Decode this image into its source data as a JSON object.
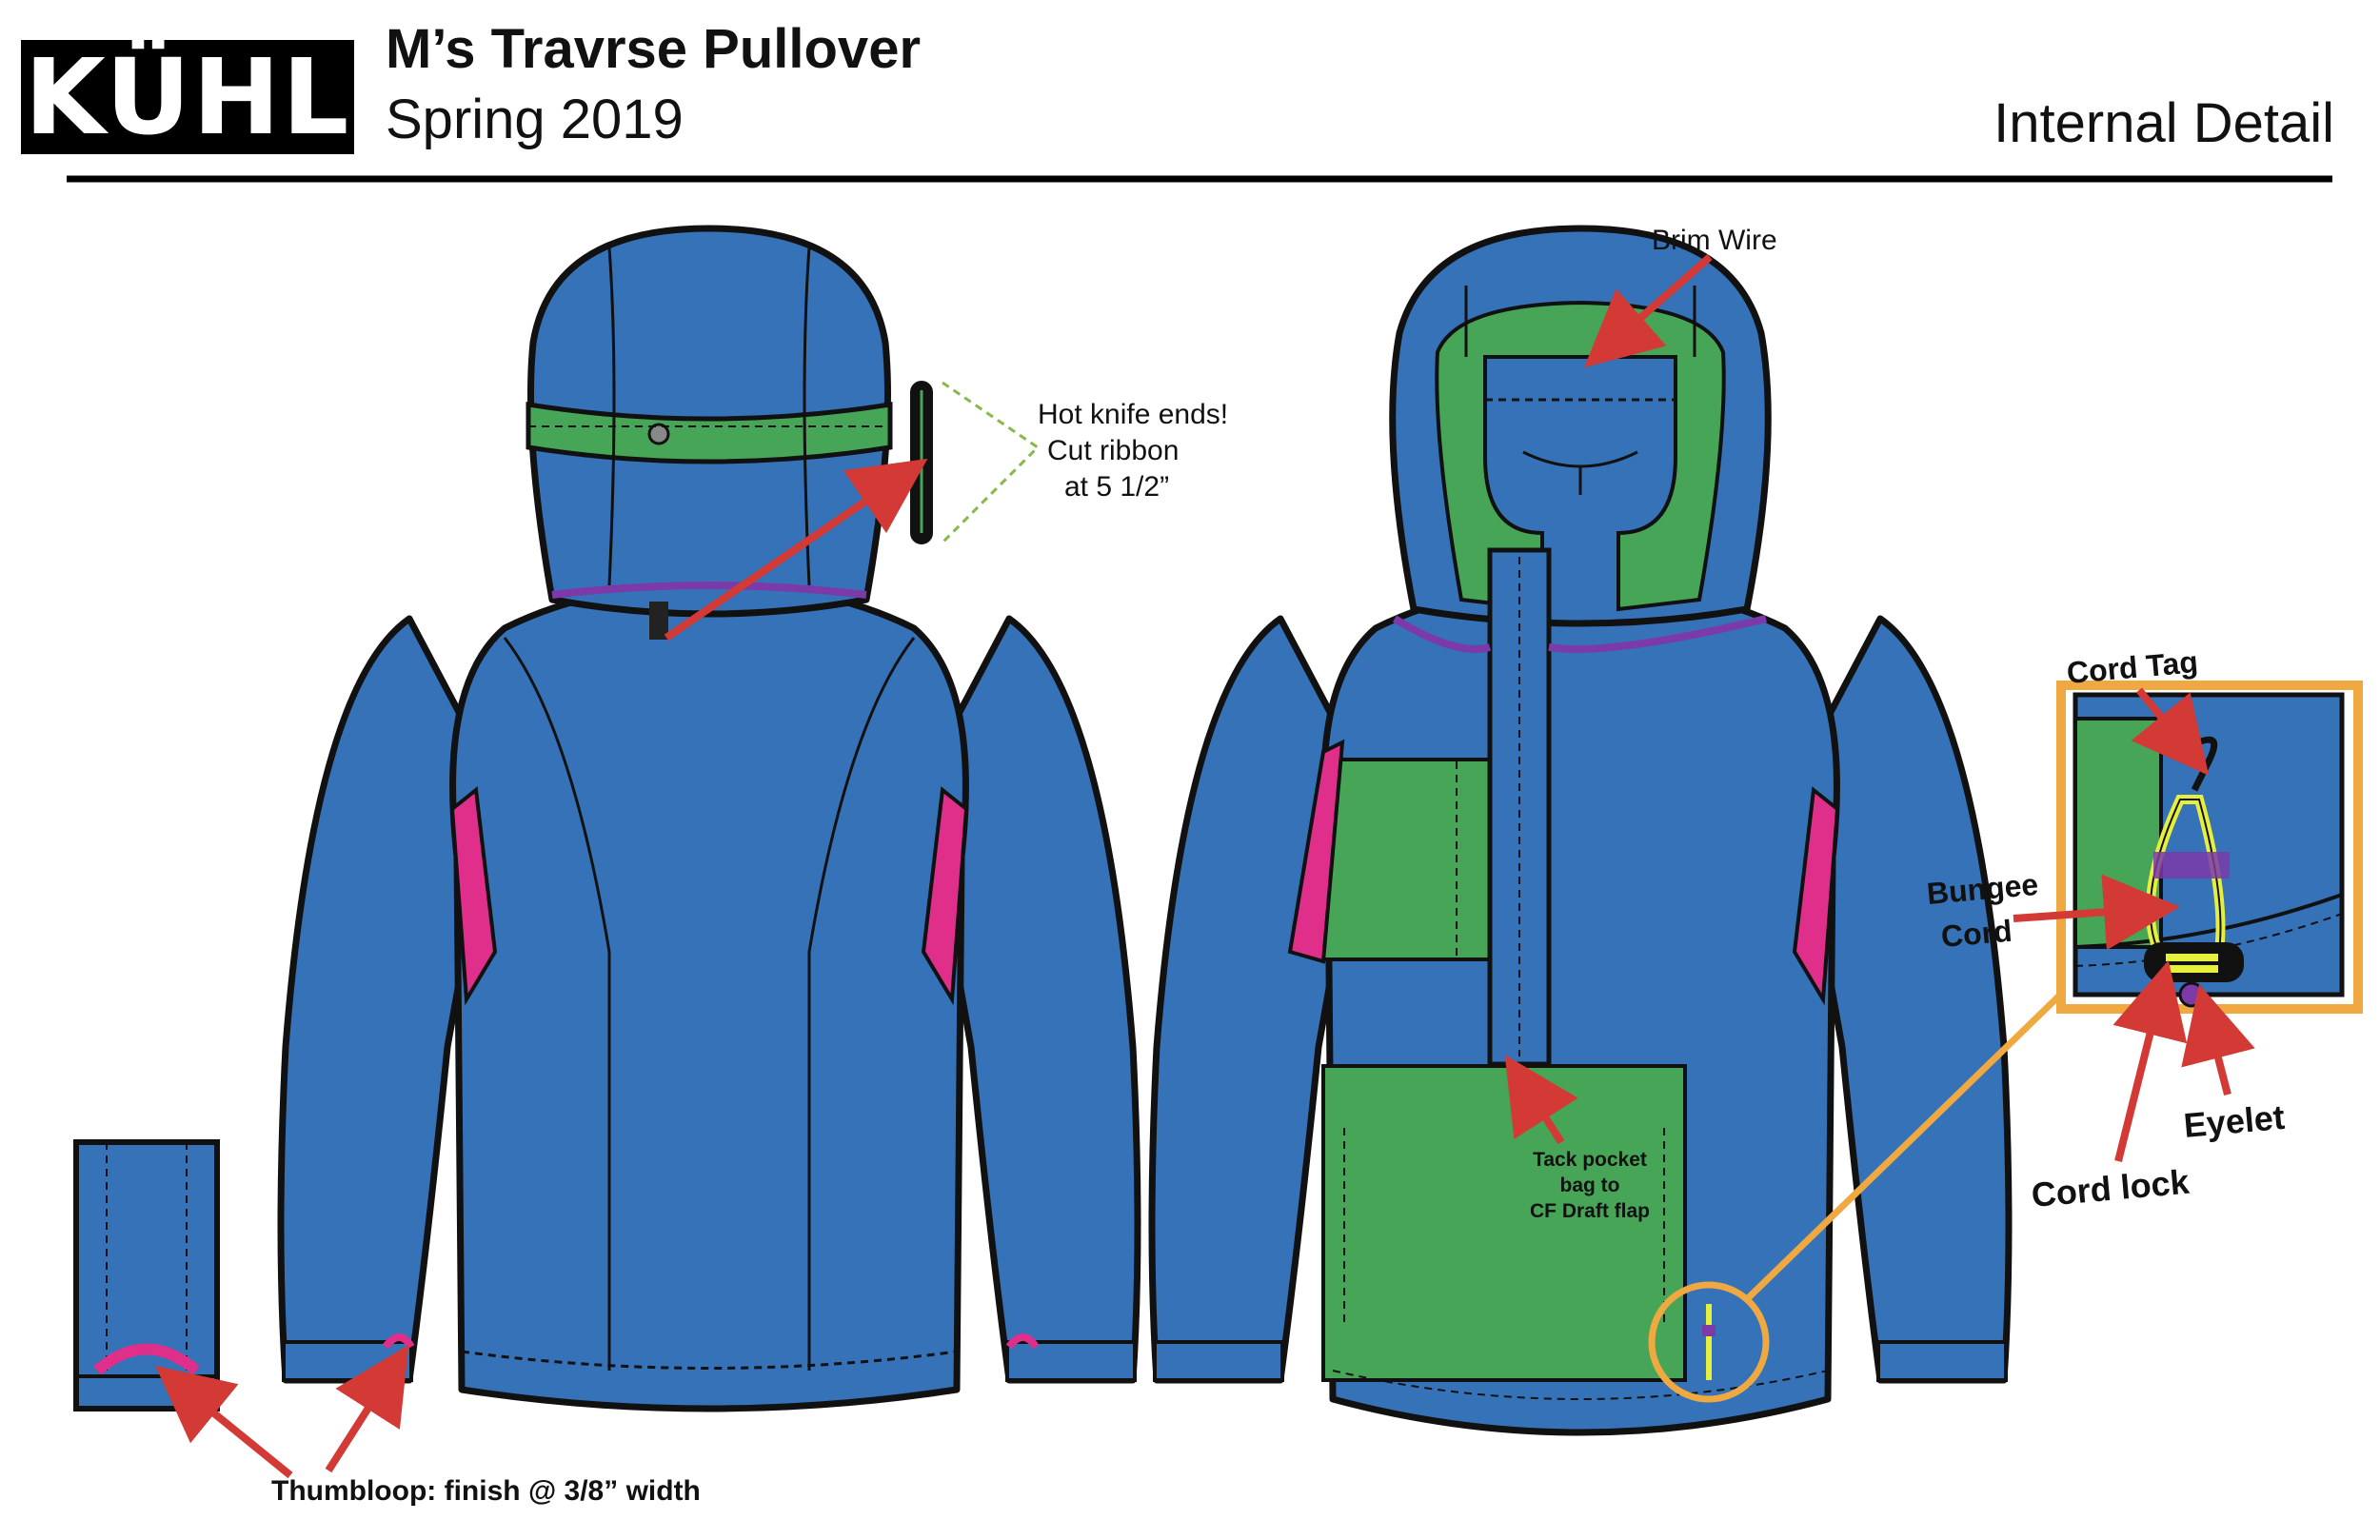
{
  "header": {
    "brand_logo": "KÜHL",
    "title": "M’s Travrse Pullover",
    "season": "Spring 2019",
    "view_label": "Internal Detail"
  },
  "callouts": {
    "brim_wire": "Brim Wire",
    "hot_knife": [
      "Hot knife ends!",
      "Cut ribbon",
      "at 5 1/2”"
    ],
    "tack_pocket": [
      "Tack pocket",
      "bag to",
      "CF Draft flap"
    ],
    "cord_tag": "Cord Tag",
    "bungee": [
      "Bungee",
      "Cord"
    ],
    "eyelet": "Eyelet",
    "cord_lock": "Cord lock",
    "thumbloop": "Thumbloop: finish @ 3/8” width"
  },
  "colors": {
    "body_blue": "#3572b8",
    "lining_green": "#47a557",
    "gusset_pink": "#df2f8a",
    "binding_purple": "#7b3aa8",
    "arrow_red": "#d33a36",
    "zoom_orange": "#f0a940",
    "bungee_yellow": "#e6ee3e"
  }
}
